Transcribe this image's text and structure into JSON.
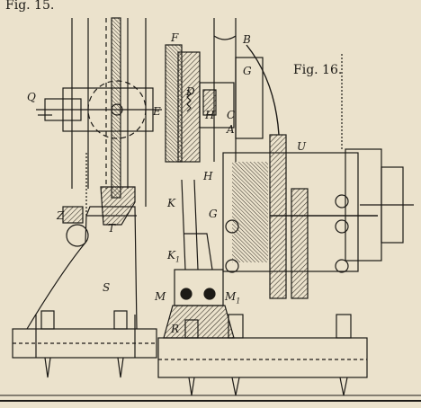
{
  "figures": {
    "fig15_caption": "Fig. 15.",
    "fig16_caption": "Fig. 16."
  },
  "labels": {
    "B": "B",
    "F": "F",
    "D": "D",
    "G_upper": "G",
    "H_upper": "H",
    "C": "C",
    "A": "A",
    "Q": "Q",
    "E": "E",
    "H_lower": "H",
    "U": "U",
    "K": "K",
    "G_lower": "G",
    "Z": "Z",
    "T": "T",
    "S": "S",
    "K1": "K",
    "K1_sub": "1",
    "M": "M",
    "M1": "M",
    "M1_sub": "1",
    "R": "R"
  },
  "colors": {
    "paper": "#ebe2cc",
    "ink": "#1c1a16",
    "hatch": "#3a352c"
  }
}
